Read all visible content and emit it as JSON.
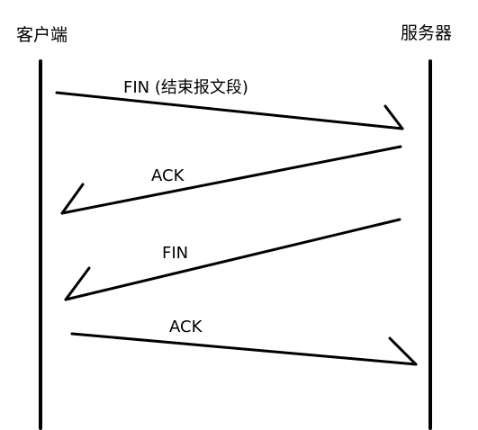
{
  "participants": {
    "client": "客户端",
    "server": "服务器"
  },
  "messages": [
    {
      "label": "FIN (结束报文段)",
      "from": "client",
      "to": "server"
    },
    {
      "label": "ACK",
      "from": "server",
      "to": "client"
    },
    {
      "label": "FIN",
      "from": "server",
      "to": "client"
    },
    {
      "label": "ACK",
      "from": "client",
      "to": "server"
    }
  ],
  "colors": {
    "ink": "#000000",
    "background": "#ffffff"
  }
}
